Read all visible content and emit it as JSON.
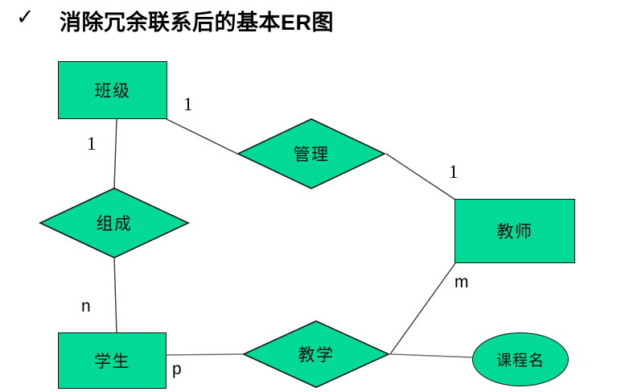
{
  "title": {
    "bullet": "✓",
    "text": "消除冗余联系后的基本ER图"
  },
  "colors": {
    "shape_fill": "#00da96",
    "shape_border": "#151515",
    "connector": "#3a3a3a"
  },
  "nodes": {
    "banji": {
      "label": "班级",
      "shape": "rectangle"
    },
    "guanli": {
      "label": "管理",
      "shape": "diamond"
    },
    "jiaoshi": {
      "label": "教师",
      "shape": "rectangle"
    },
    "zucheng": {
      "label": "组成",
      "shape": "diamond"
    },
    "xuesheng": {
      "label": "学生",
      "shape": "rectangle"
    },
    "jiaoxue": {
      "label": "教学",
      "shape": "diamond"
    },
    "kechengming": {
      "label": "课程名",
      "shape": "ellipse"
    }
  },
  "cardinalities": {
    "banji_guanli": "1",
    "banji_zucheng": "1",
    "guanli_jiaoshi": "1",
    "zucheng_xuesheng": "n",
    "xuesheng_jiaoxue": "p",
    "jiaoshi_jiaoxue": "m"
  }
}
